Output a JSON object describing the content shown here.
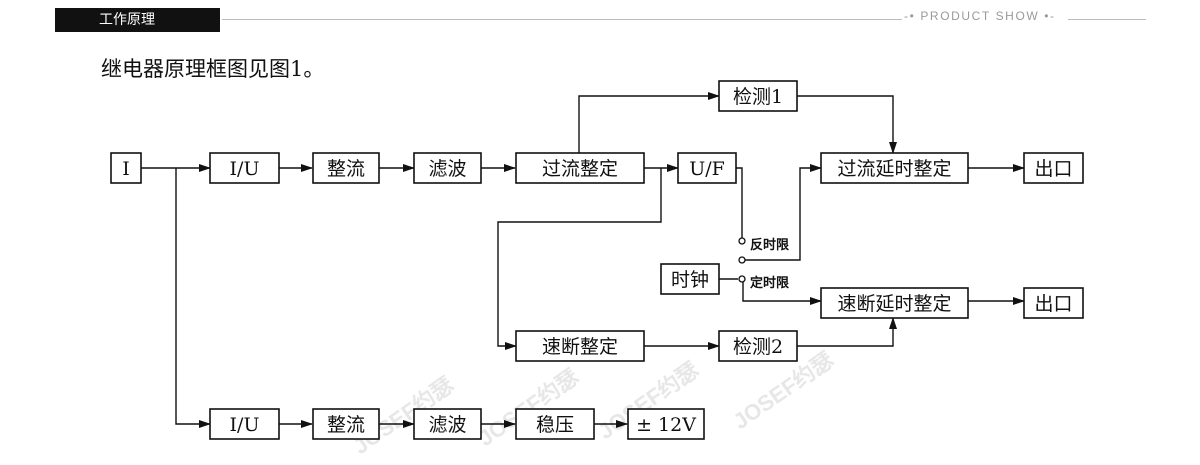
{
  "header": {
    "tab_label": "工作原理",
    "product_show": "-• PRODUCT SHOW •-"
  },
  "subtitle": "继电器原理框图见图1。",
  "diagram": {
    "input": "I",
    "row1": {
      "iu": "I/U",
      "rectify": "整流",
      "filter": "滤波",
      "overcurrent_setting": "过流整定",
      "uf": "U/F",
      "overcurrent_delay_setting": "过流延时整定",
      "output": "出口"
    },
    "detect1": "检测1",
    "inverse_time_label": "反时限",
    "clock": "时钟",
    "definite_time_label": "定时限",
    "row2": {
      "instant_setting": "速断整定",
      "detect2": "检测2",
      "instant_delay_setting": "速断延时整定",
      "output": "出口"
    },
    "row3": {
      "iu": "I/U",
      "rectify": "整流",
      "filter": "滤波",
      "regulator": "稳压",
      "voltage": "± 12V"
    },
    "watermark_text": "JOSEF约瑟"
  }
}
